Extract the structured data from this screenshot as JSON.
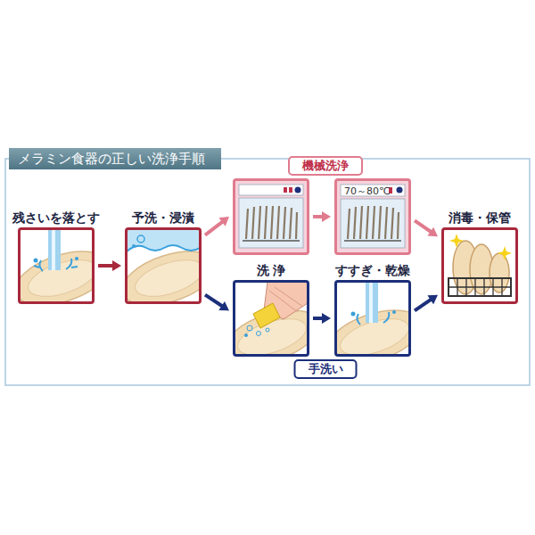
{
  "diagram": {
    "title": "メラミン食器の正しい洗浄手順",
    "nodes": [
      {
        "text": [
          "残さいを落とす"
        ]
      },
      {
        "text": [
          "予洗・浸漬"
        ]
      },
      {
        "text": [
          "機械洗浄"
        ]
      },
      {
        "text": [
          "70～80℃"
        ]
      },
      {
        "text": [
          "洗 浄",
          "手洗い"
        ]
      },
      {
        "text": [
          "すすぎ・乾燥"
        ]
      },
      {
        "text": [
          "消毒・保管"
        ]
      }
    ],
    "edges": [
      {
        "from": 0,
        "to": 1,
        "arrow": "to"
      },
      {
        "from": 1,
        "to": 2,
        "arrow": "to"
      },
      {
        "from": 2,
        "to": 3,
        "arrow": "to"
      },
      {
        "from": 3,
        "to": 6,
        "arrow": "to"
      },
      {
        "from": 1,
        "to": 4,
        "arrow": "to"
      },
      {
        "from": 4,
        "to": 5,
        "arrow": "to"
      },
      {
        "from": 5,
        "to": 6,
        "arrow": "to"
      }
    ]
  }
}
